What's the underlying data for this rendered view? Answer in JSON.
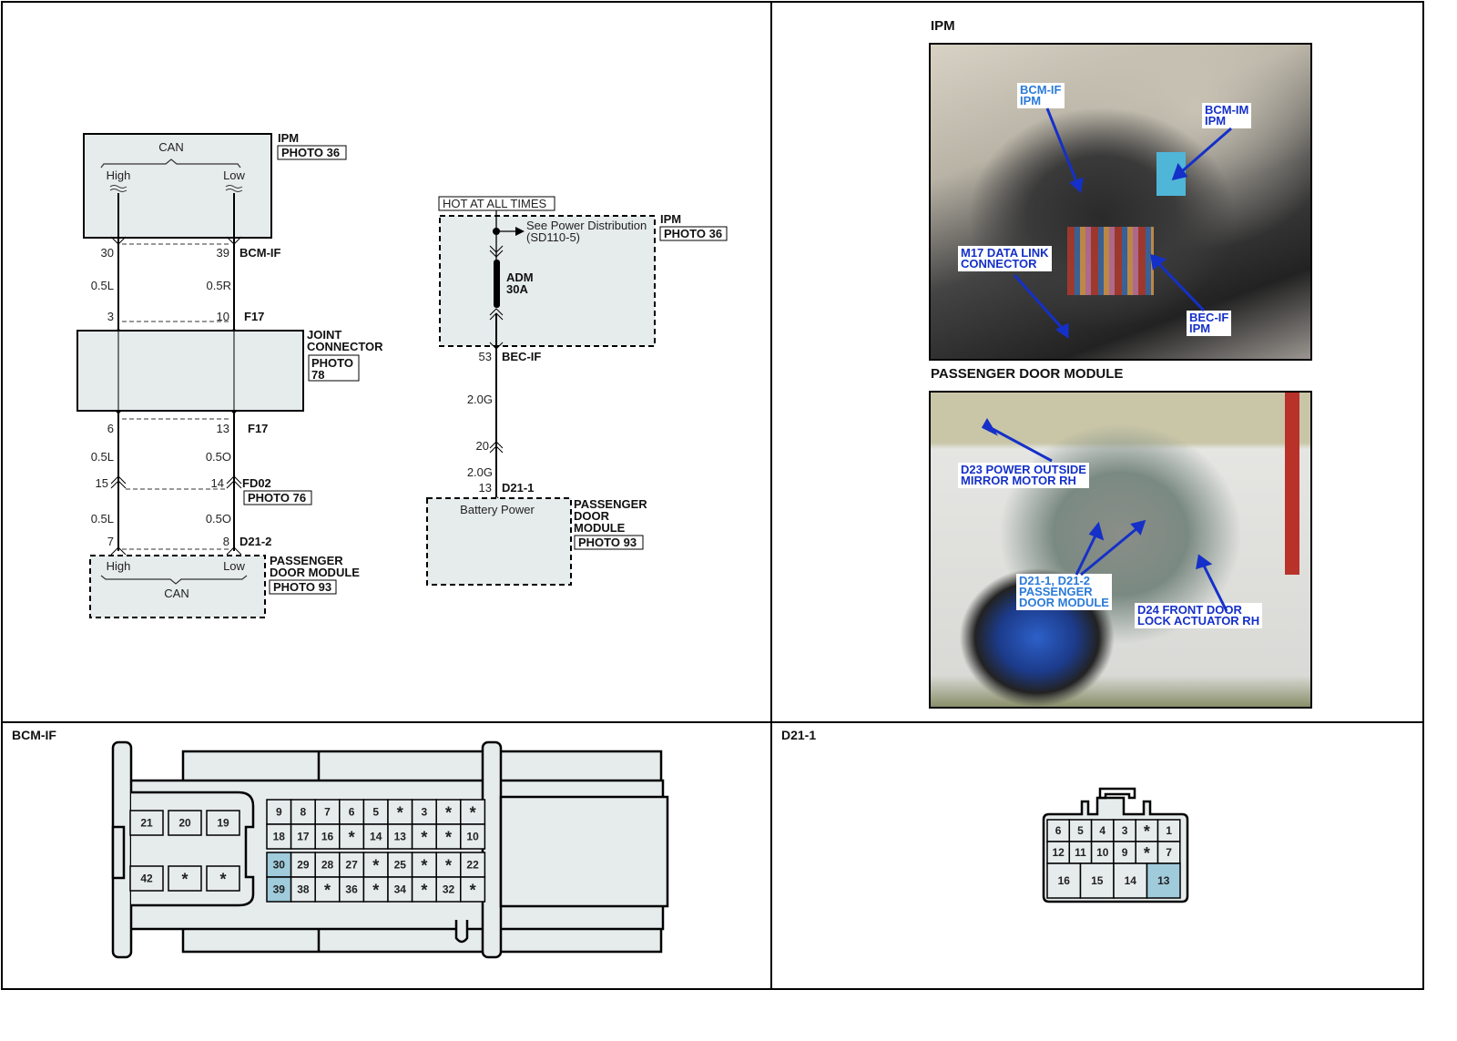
{
  "schematic": {
    "can_circuit": {
      "ipm": {
        "name": "IPM",
        "photo": "PHOTO 36",
        "bus": "CAN",
        "high": "High",
        "low": "Low"
      },
      "bcm_if": {
        "connector": "BCM-IF",
        "pin_high": "30",
        "pin_low": "39"
      },
      "wire1": {
        "high": "0.5L",
        "low": "0.5R"
      },
      "f17_top": {
        "connector": "F17",
        "pin_high": "3",
        "pin_low": "10"
      },
      "joint": {
        "line1": "JOINT",
        "line2": "CONNECTOR",
        "photo_line1": "PHOTO",
        "photo_line2": "78"
      },
      "f17_bottom": {
        "connector": "F17",
        "pin_high": "6",
        "pin_low": "13"
      },
      "wire2": {
        "high": "0.5L",
        "low": "0.5O"
      },
      "fd02": {
        "connector": "FD02",
        "photo": "PHOTO 76",
        "pin_high": "15",
        "pin_low": "14"
      },
      "wire3": {
        "high": "0.5L",
        "low": "0.5O"
      },
      "d21_2": {
        "connector": "D21-2",
        "pin_high": "7",
        "pin_low": "8"
      },
      "pdm": {
        "line1": "PASSENGER",
        "line2": "DOOR MODULE",
        "photo": "PHOTO 93",
        "high": "High",
        "low": "Low",
        "bus": "CAN"
      }
    },
    "power_circuit": {
      "hot": "HOT AT ALL TIMES",
      "see_power_line1": "See Power Distribution",
      "see_power_line2": "(SD110-5)",
      "ipm": {
        "name": "IPM",
        "photo": "PHOTO 36"
      },
      "fuse": {
        "name": "ADM",
        "rating": "30A"
      },
      "bec_if": {
        "pin": "53",
        "connector": "BEC-IF"
      },
      "wire1": "2.0G",
      "inline_pin": "20",
      "wire2": "2.0G",
      "d21_1": {
        "pin": "13",
        "connector": "D21-1"
      },
      "pdm": {
        "label": "Battery Power",
        "line1": "PASSENGER",
        "line2": "DOOR",
        "line3": "MODULE",
        "photo": "PHOTO 93"
      }
    }
  },
  "photos": {
    "ipm": {
      "title": "IPM",
      "callouts": [
        "BCM-IF\nIPM",
        "BCM-IM\nIPM",
        "M17 DATA LINK\nCONNECTOR",
        "BEC-IF\nIPM"
      ]
    },
    "pdm": {
      "title": "PASSENGER DOOR MODULE",
      "callouts": [
        "D23 POWER OUTSIDE\nMIRROR MOTOR RH",
        "D21-1, D21-2\nPASSENGER\nDOOR MODULE",
        "D24 FRONT DOOR\nLOCK ACTUATOR RH"
      ]
    }
  },
  "connectors": {
    "bcm_if": {
      "title": "BCM-IF",
      "left_block": [
        [
          "21",
          "20",
          "19"
        ],
        [
          "42",
          "*",
          "*"
        ]
      ],
      "upper_block": [
        [
          "9",
          "8",
          "7",
          "6",
          "5",
          "*",
          "3",
          "*",
          "*"
        ],
        [
          "18",
          "17",
          "16",
          "*",
          "14",
          "13",
          "*",
          "*",
          "10"
        ]
      ],
      "lower_block": [
        [
          "30",
          "29",
          "28",
          "27",
          "*",
          "25",
          "*",
          "*",
          "22"
        ],
        [
          "39",
          "38",
          "*",
          "36",
          "*",
          "34",
          "*",
          "32",
          "*"
        ]
      ],
      "highlighted": [
        "30",
        "39"
      ]
    },
    "d21_1": {
      "title": "D21-1",
      "rows": [
        [
          "6",
          "5",
          "4",
          "3",
          "*",
          "1"
        ],
        [
          "12",
          "11",
          "10",
          "9",
          "*",
          "7"
        ]
      ],
      "bottom_row": [
        "16",
        "15",
        "14",
        "13"
      ],
      "highlighted": [
        "13"
      ]
    }
  },
  "colors": {
    "module_fill": "#e6ebec",
    "pin_highlight": "#9fcbdb",
    "callout_text": "#1530c8"
  }
}
